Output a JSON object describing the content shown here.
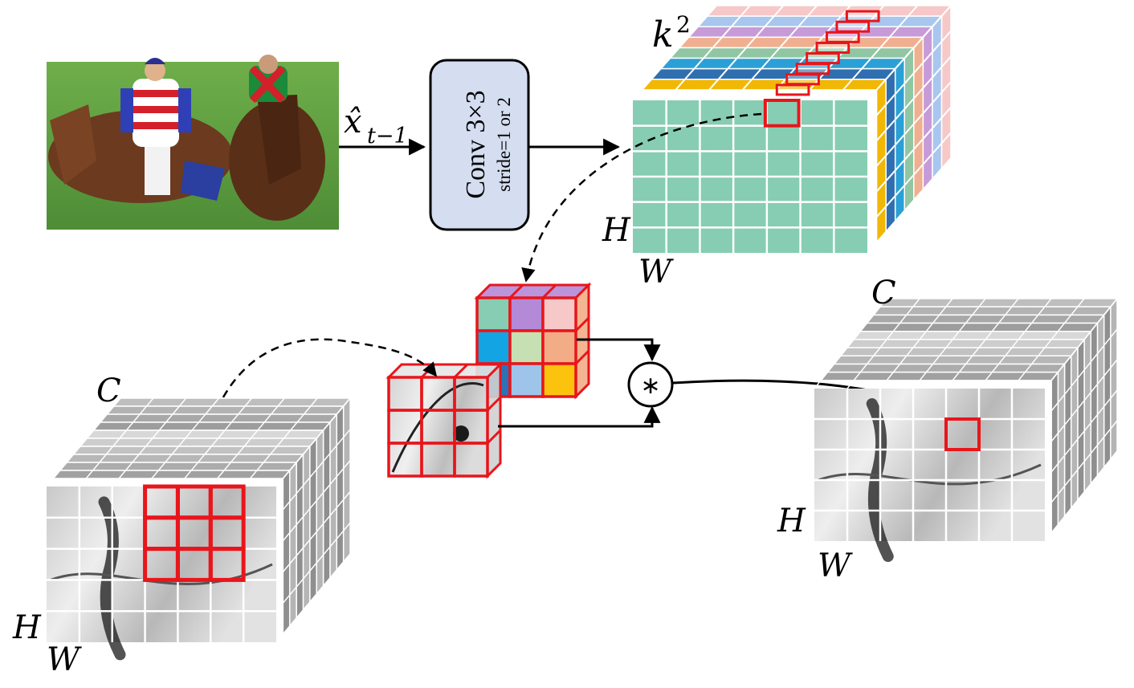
{
  "input_label": "x̂",
  "input_subscript": "t−1",
  "conv_box": {
    "line1": "Conv 3×3",
    "line2": "stride=1 or 2"
  },
  "kernel_tensor": {
    "depth_label": "k",
    "depth_exponent": "2",
    "height_label": "H",
    "width_label": "W"
  },
  "input_features": {
    "channel_label": "C",
    "height_label": "H",
    "width_label": "W"
  },
  "output_features": {
    "channel_label": "C",
    "height_label": "H",
    "width_label": "W"
  },
  "operator_symbol": "∗",
  "colors": {
    "highlight": "#e8151b",
    "kernel_front": "#86cdb4",
    "conv_fill": "#d5def0",
    "kernel_palette": [
      "#f2b705",
      "#2f6fb0",
      "#2aa0d6",
      "#90c6a2",
      "#f0b090",
      "#c79ad8",
      "#a9c7ee",
      "#f7c8c8"
    ],
    "filter_cells": [
      "#86cdb4",
      "#b48ad8",
      "#f7c8c8",
      "#13a4e3",
      "#c6e0b4",
      "#f2ad86",
      "#2b73b6",
      "#9fc4ea",
      "#fcc30e"
    ]
  }
}
